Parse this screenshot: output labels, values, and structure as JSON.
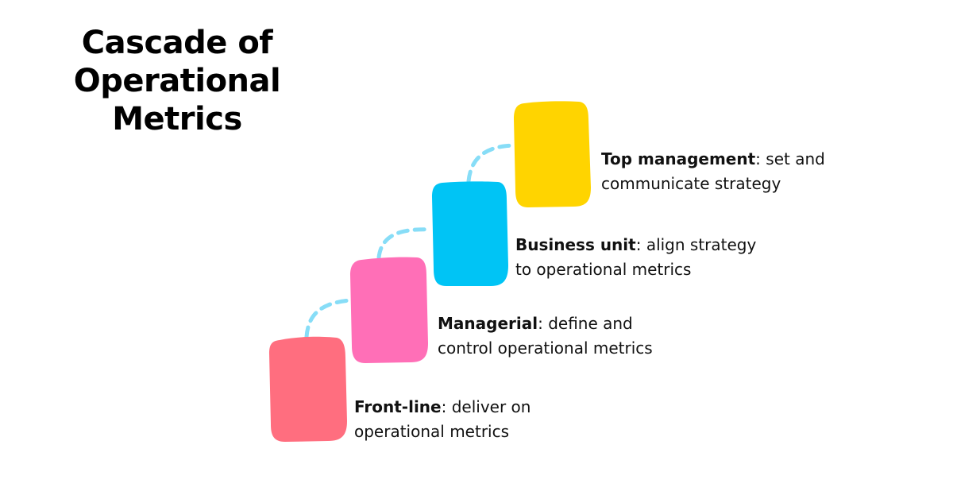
{
  "title": {
    "line1": "Cascade of",
    "line2": "Operational",
    "line3": "Metrics"
  },
  "levels": [
    {
      "name": "Front-line",
      "rest1": ": deliver on",
      "line2": "operational metrics",
      "color": "#FF6E7F"
    },
    {
      "name": "Managerial",
      "rest1": ": define and",
      "line2": "control operational metrics",
      "color": "#FF6FB7"
    },
    {
      "name": "Business unit",
      "rest1": ": align strategy",
      "line2": "to operational metrics",
      "color": "#00C4F5"
    },
    {
      "name": "Top management",
      "rest1": ": set and",
      "line2": "communicate strategy",
      "color": "#FFD400"
    }
  ],
  "connector_color": "#87DDF7"
}
